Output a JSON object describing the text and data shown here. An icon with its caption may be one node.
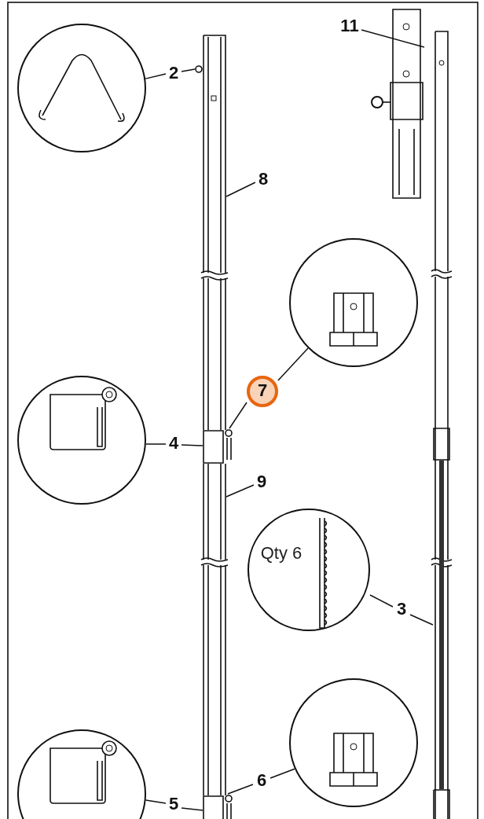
{
  "diagram": {
    "nodes": [
      {
        "text": [],
        "shape": "circle"
      },
      {
        "text": [
          "2"
        ]
      },
      {
        "text": [],
        "shape": "circle"
      },
      {
        "text": [
          "11"
        ]
      },
      {
        "text": [],
        "shape": "picture"
      },
      {
        "text": [],
        "shape": "picture"
      },
      {
        "text": [
          "8"
        ]
      },
      {
        "text": [],
        "shape": "picture"
      },
      {
        "text": [],
        "shape": "circle"
      },
      {
        "text": [
          "7"
        ]
      },
      {
        "text": [],
        "shape": "picture"
      },
      {
        "text": [],
        "shape": "circle"
      },
      {
        "text": [
          "4"
        ]
      },
      {
        "text": [],
        "shape": "box"
      },
      {
        "text": [
          "9"
        ]
      },
      {
        "text": [],
        "shape": "picture"
      },
      {
        "text": [
          "Qty 6"
        ]
      },
      {
        "text": [
          "3"
        ]
      },
      {
        "text": [],
        "shape": "circle"
      },
      {
        "text": [],
        "shape": "circle"
      },
      {
        "text": [
          "6"
        ]
      },
      {
        "text": [
          "5"
        ]
      },
      {
        "text": [],
        "shape": "picture"
      },
      {
        "text": [],
        "shape": "box"
      }
    ],
    "edges": [
      {
        "from": 1,
        "to": 0,
        "arrow": "none"
      },
      {
        "from": 1,
        "to": 2,
        "arrow": "none"
      },
      {
        "from": 3,
        "to": 4,
        "arrow": "none"
      },
      {
        "from": 6,
        "to": 7,
        "arrow": "none"
      },
      {
        "from": 9,
        "to": 8,
        "arrow": "none"
      },
      {
        "from": 9,
        "to": 10,
        "arrow": "none"
      },
      {
        "from": 12,
        "to": 11,
        "arrow": "none"
      },
      {
        "from": 12,
        "to": 13,
        "arrow": "none"
      },
      {
        "from": 14,
        "to": 15,
        "arrow": "none"
      },
      {
        "from": 17,
        "to": 16,
        "arrow": "none"
      },
      {
        "from": 17,
        "to": 5,
        "arrow": "none"
      },
      {
        "from": 20,
        "to": 18,
        "arrow": "none"
      },
      {
        "from": 20,
        "to": 22,
        "arrow": "none"
      },
      {
        "from": 21,
        "to": 19,
        "arrow": "none"
      },
      {
        "from": 21,
        "to": 23,
        "arrow": "none"
      }
    ]
  }
}
